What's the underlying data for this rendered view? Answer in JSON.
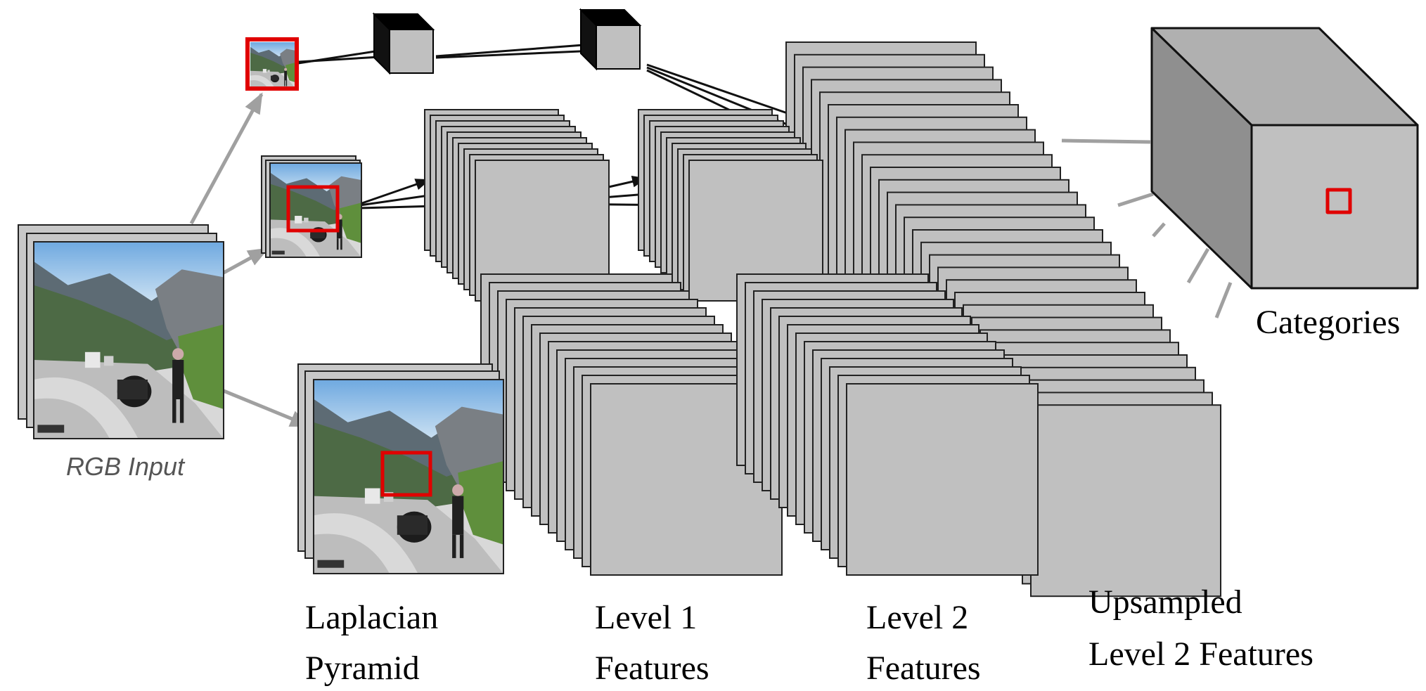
{
  "labels": {
    "rgb_input": "RGB Input",
    "laplacian_line1": "Laplacian",
    "laplacian_line2": "Pyramid",
    "level1_line1": "Level 1",
    "level1_line2": "Features",
    "level2_line1": "Level 2",
    "level2_line2": "Features",
    "upsampled_line1": "Upsampled",
    "upsampled_line2": "Level 2 Features",
    "categories": "Categories"
  },
  "colors": {
    "map_fill": "#c0c0c0",
    "map_stroke": "#222222",
    "highlight": "#e00000",
    "arrow_gray": "#a0a0a0",
    "arrow_dark": "#111111",
    "cube_front": "#c0c0c0",
    "cube_side": "#8f8f8f",
    "cube_top": "#b0b0b0"
  },
  "icons": {
    "photo": "mountain-road-photo"
  }
}
